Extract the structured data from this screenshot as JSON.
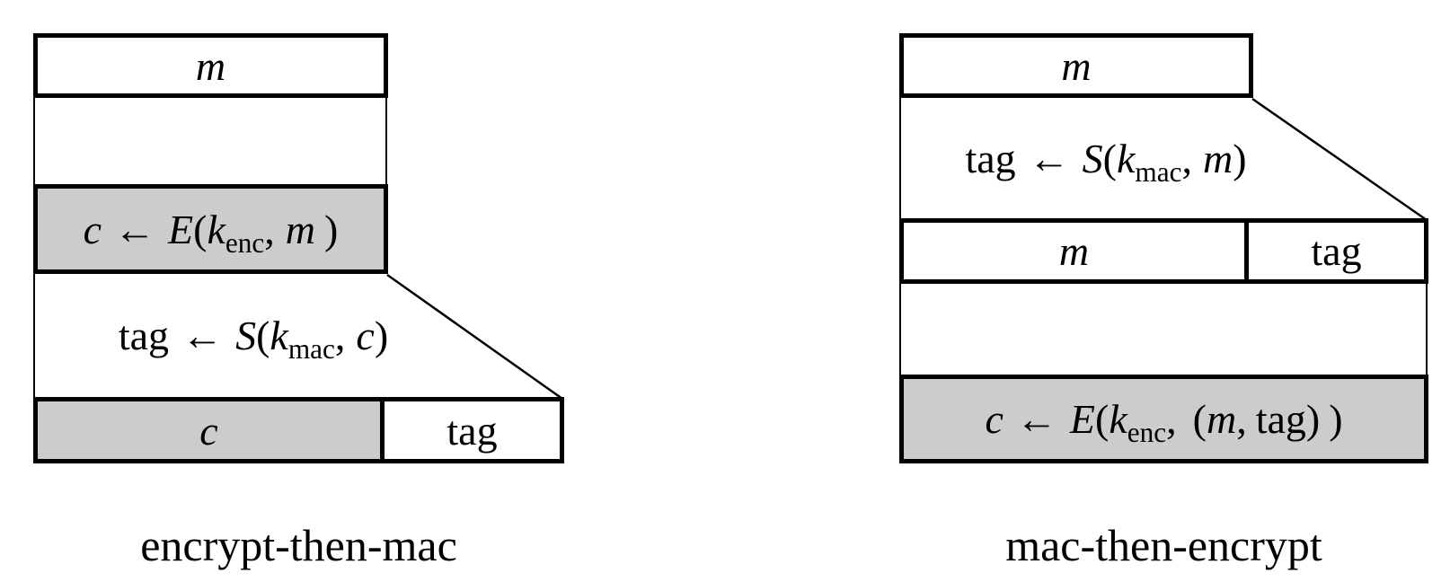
{
  "colors": {
    "fill_gray": "#cccccc",
    "line_black": "#000000",
    "background": "#ffffff"
  },
  "left_diagram": {
    "label": "encrypt-then-mac",
    "message_box": "m",
    "encrypt_step": {
      "lhs": "c",
      "arrow": "←",
      "func": "E",
      "open": "(",
      "key": "k",
      "key_sub": "enc",
      "comma": ",",
      "arg": "m",
      "close": ")"
    },
    "mac_step": {
      "lhs": "tag",
      "arrow": "←",
      "func": "S",
      "open": "(",
      "key": "k",
      "key_sub": "mac",
      "comma": ",",
      "arg": "c",
      "close": ")"
    },
    "output_row": {
      "cipher": "c",
      "tag": "tag"
    }
  },
  "right_diagram": {
    "label": "mac-then-encrypt",
    "message_box": "m",
    "mac_step": {
      "lhs": "tag",
      "arrow": "←",
      "func": "S",
      "open": "(",
      "key": "k",
      "key_sub": "mac",
      "comma": ",",
      "arg": "m",
      "close": ")"
    },
    "middle_row": {
      "message": "m",
      "tag": "tag"
    },
    "encrypt_step": {
      "lhs": "c",
      "arrow": "←",
      "func": "E",
      "open": "(",
      "key": "k",
      "key_sub": "enc",
      "comma": ",",
      "arg_open": "(",
      "arg_m": "m",
      "arg_comma": ",",
      "arg_tag": "tag",
      "arg_close": ")",
      "close": ")"
    }
  }
}
